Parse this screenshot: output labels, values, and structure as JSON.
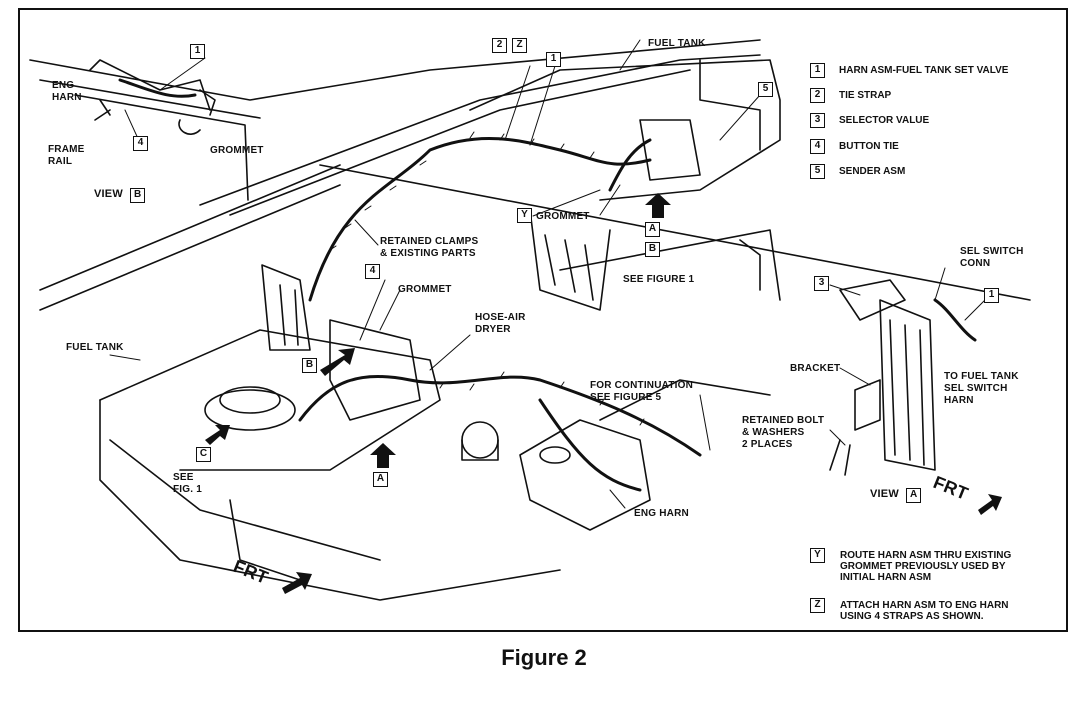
{
  "caption": "Figure 2",
  "legend": [
    {
      "key": "1",
      "label": "HARN ASM-FUEL TANK SET VALVE"
    },
    {
      "key": "2",
      "label": "TIE STRAP"
    },
    {
      "key": "3",
      "label": "SELECTOR VALUE"
    },
    {
      "key": "4",
      "label": "BUTTON TIE"
    },
    {
      "key": "5",
      "label": "SENDER ASM"
    }
  ],
  "notes": [
    {
      "key": "Y",
      "text": "ROUTE HARN ASM THRU EXISTING\nGROMMET PREVIOUSLY USED BY\nINITIAL HARN ASM"
    },
    {
      "key": "Z",
      "text": "ATTACH HARN ASM TO ENG HARN\nUSING 4 STRAPS AS SHOWN."
    }
  ],
  "labels": {
    "eng_harn_top": "ENG\nHARN",
    "frame_rail": "FRAME\nRAIL",
    "grommet_top": "GROMMET",
    "view_b": "VIEW",
    "view_b_key": "B",
    "fuel_tank_top": "FUEL TANK",
    "grommet_y": "GROMMET",
    "retained_clamps": "RETAINED CLAMPS\n& EXISTING PARTS",
    "see_figure_1_top": "SEE FIGURE 1",
    "grommet_mid": "GROMMET",
    "hose_air_dryer": "HOSE-AIR\nDRYER",
    "fuel_tank_left": "FUEL TANK",
    "for_continuation": "FOR CONTINUATION\nSEE FIGURE 5",
    "see_fig_1_left": "SEE\nFIG. 1",
    "eng_harn_bottom": "ENG HARN",
    "frt_main": "FRT",
    "sel_switch_conn": "SEL SWITCH\nCONN",
    "to_fuel_tank": "TO FUEL TANK\nSEL SWITCH\nHARN",
    "bracket": "BRACKET",
    "retained_bolt": "RETAINED BOLT\n& WASHERS\n2 PLACES",
    "view_a": "VIEW",
    "view_a_key": "A",
    "frt_view_a": "FRT"
  },
  "callouts": {
    "c1_top": "1",
    "c4_top": "4",
    "c2_mid": "2",
    "cz_mid": "Z",
    "c1_mid": "1",
    "c5": "5",
    "cy": "Y",
    "ca_right": "A",
    "cb_right": "B",
    "c4_mid": "4",
    "cb_left": "B",
    "cc": "C",
    "ca_bottom": "A",
    "c3_view": "3",
    "c1_view": "1"
  }
}
